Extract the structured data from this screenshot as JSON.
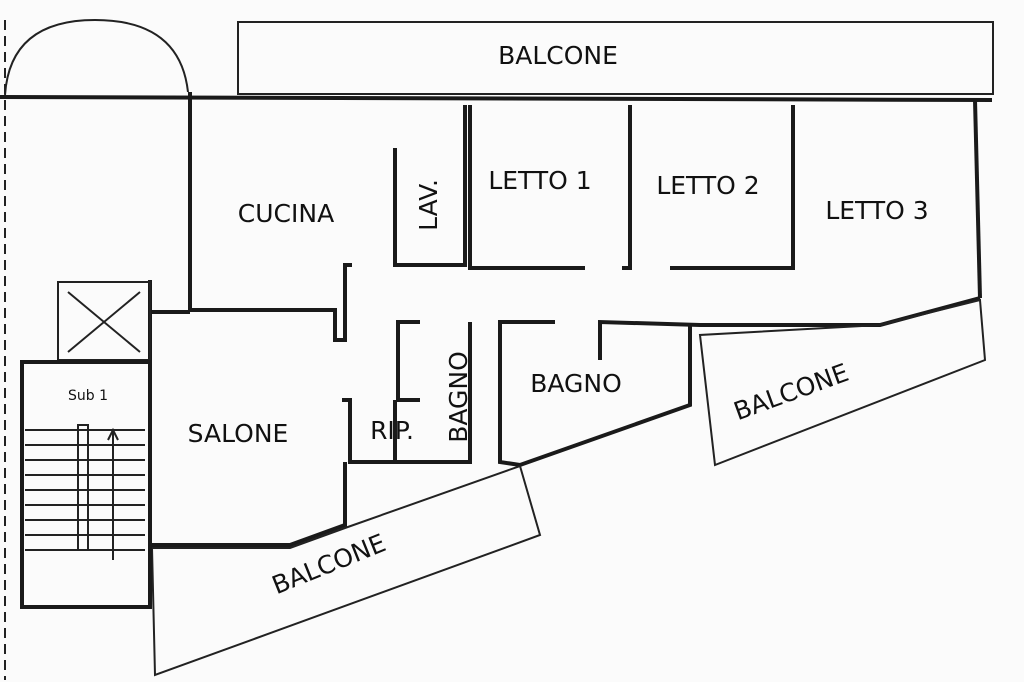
{
  "rooms": {
    "balcone_top": "BALCONE",
    "cucina": "CUCINA",
    "lavanderia": "LAV.",
    "letto1": "LETTO 1",
    "letto2": "LETTO 2",
    "letto3": "LETTO 3",
    "salone": "SALONE",
    "ripostiglio": "RIP.",
    "bagno_small": "BAGNO",
    "bagno": "BAGNO",
    "balcone_right": "BALCONE",
    "balcone_bottom": "BALCONE"
  },
  "stair_label": "Sub 1"
}
